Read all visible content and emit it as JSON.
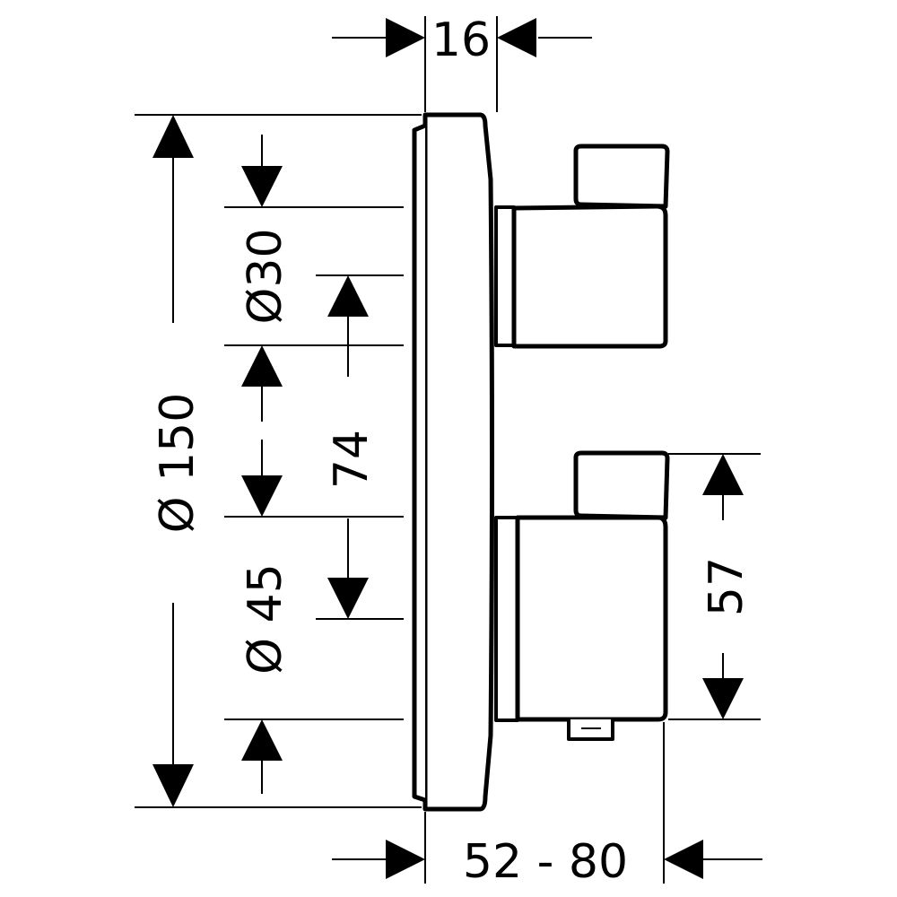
{
  "dimensions": {
    "top_depth": "16",
    "plate_diameter": "Ø 150",
    "upper_knob_diameter": "Ø30",
    "knob_spacing": "74",
    "lower_knob_diameter": "Ø 45",
    "lower_knob_length": "57",
    "projection_range": "52 - 80"
  }
}
